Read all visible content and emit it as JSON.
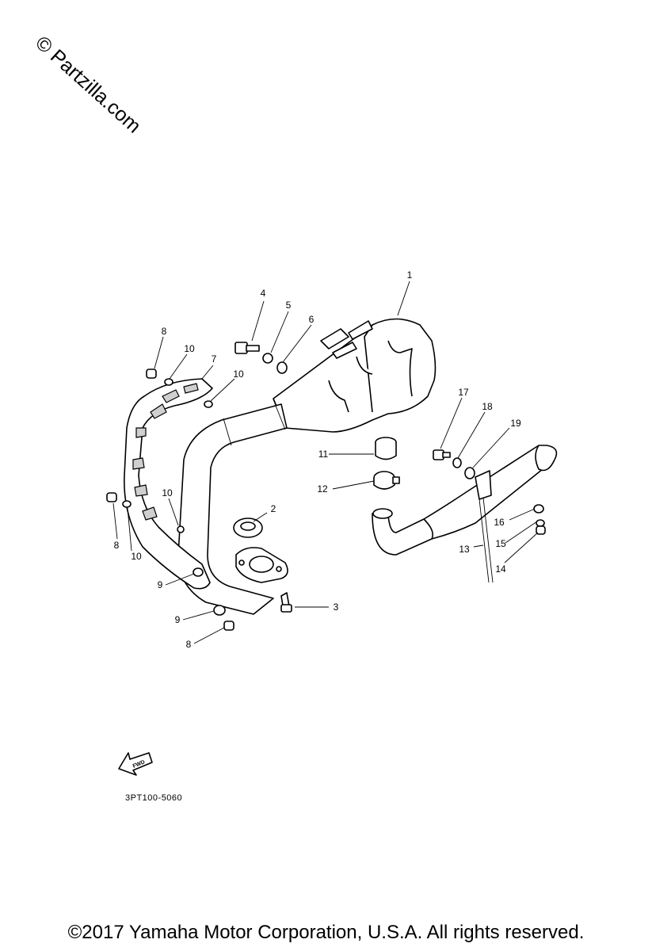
{
  "watermark": "© Partzilla.com",
  "diagram_code": "3PT100-5060",
  "fwd_label": "FWD",
  "copyright": "©2017 Yamaha Motor Corporation, U.S.A. All rights reserved.",
  "callouts": {
    "c1": "1",
    "c2": "2",
    "c3": "3",
    "c4": "4",
    "c5": "5",
    "c6": "6",
    "c7": "7",
    "c8a": "8",
    "c8b": "8",
    "c8c": "8",
    "c9a": "9",
    "c9b": "9",
    "c10a": "10",
    "c10b": "10",
    "c10c": "10",
    "c10d": "10",
    "c11": "11",
    "c12": "12",
    "c13": "13",
    "c14": "14",
    "c15": "15",
    "c16": "16",
    "c17": "17",
    "c18": "18",
    "c19": "19"
  }
}
